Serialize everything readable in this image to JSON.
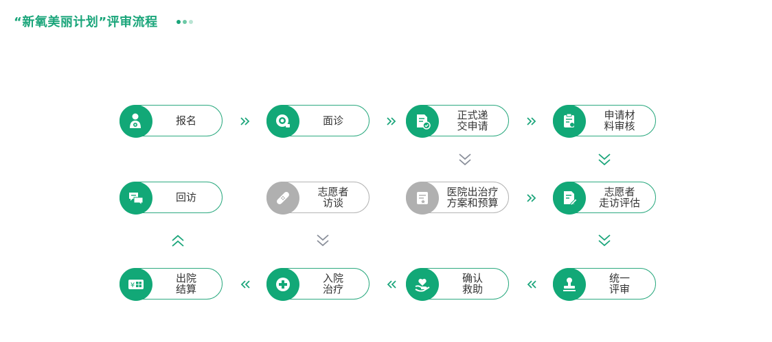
{
  "header": {
    "title": "“新氧美丽计划”评审流程",
    "dot_colors": [
      "#1aa57a",
      "#6cc9a6",
      "#b9e4d3"
    ]
  },
  "colors": {
    "accent": "#12a877",
    "border": "#2ba97f",
    "grey": "#b0b0b0",
    "arrow_green": "#1aa57a",
    "arrow_grey": "#8a8f9a"
  },
  "steps": {
    "register": {
      "label": "报名",
      "icon": "user-plus-icon"
    },
    "interview": {
      "label": "面诊",
      "icon": "camera-icon"
    },
    "formal_submit": {
      "label": "正式递\n交申请",
      "icon": "document-check-icon"
    },
    "review_materials": {
      "label": "申请材\n料审核",
      "icon": "clipboard-icon"
    },
    "follow_up": {
      "label": "回访",
      "icon": "chat-bubbles-icon"
    },
    "volunteer_talk": {
      "label": "志愿者\n访谈",
      "icon": "bandage-icon"
    },
    "hospital_plan": {
      "label": "医院出治疗\n方案和预算",
      "icon": "document-star-icon"
    },
    "volunteer_visit": {
      "label": "志愿者\n走访评估",
      "icon": "document-edit-icon"
    },
    "discharge": {
      "label": "出院\n结算",
      "icon": "money-icon"
    },
    "admission": {
      "label": "入院\n治疗",
      "icon": "medical-cross-icon"
    },
    "confirm_aid": {
      "label": "确认\n救助",
      "icon": "heart-hand-icon"
    },
    "unified_review": {
      "label": "统一\n评审",
      "icon": "stamp-icon"
    }
  }
}
